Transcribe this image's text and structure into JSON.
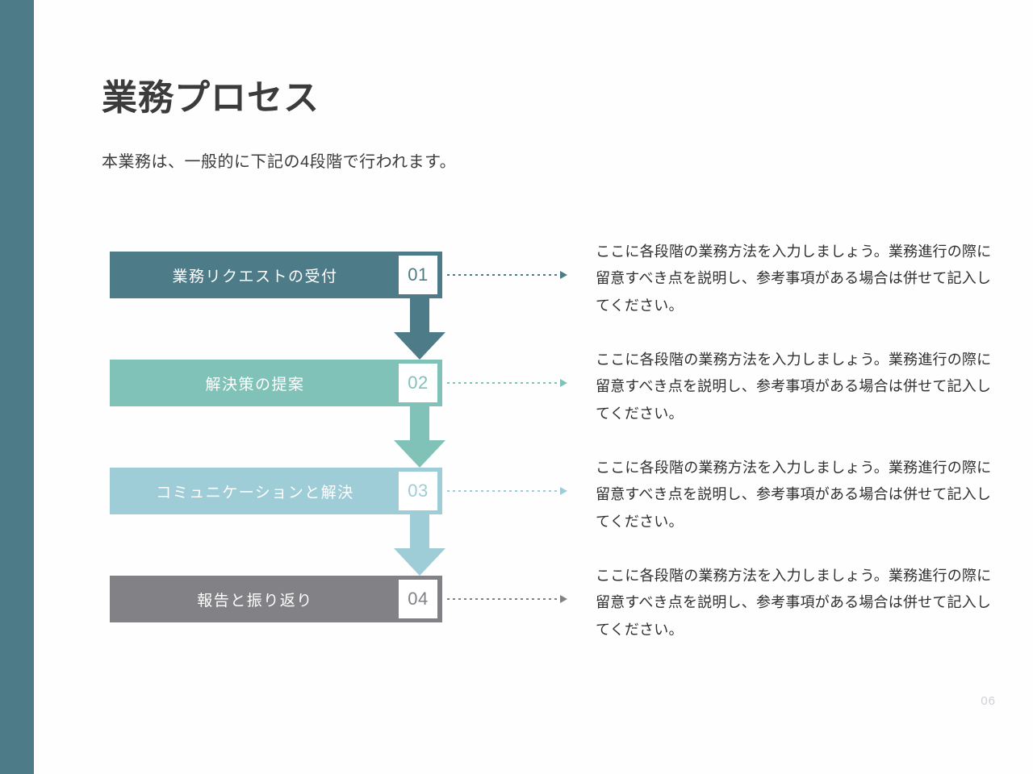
{
  "slide": {
    "title": "業務プロセス",
    "subtitle": "本業務は、一般的に下記の4段階で行われます。",
    "page_number": "06",
    "accent_bar_color": "#4d7b88",
    "background_color": "#fdfefd"
  },
  "process": {
    "steps": [
      {
        "number": "01",
        "label": "業務リクエストの受付",
        "bar_color": "#4d7b88",
        "number_color": "#4d7b88",
        "description": "ここに各段階の業務方法を入力しましょう。業務進行の際に留意すべき点を説明し、参考事項がある場合は併せて記入してください。"
      },
      {
        "number": "02",
        "label": "解決策の提案",
        "bar_color": "#80c2b8",
        "number_color": "#80c2b8",
        "description": "ここに各段階の業務方法を入力しましょう。業務進行の際に留意すべき点を説明し、参考事項がある場合は併せて記入してください。"
      },
      {
        "number": "03",
        "label": "コミュニケーションと解決",
        "bar_color": "#9ecdd8",
        "number_color": "#9ecdd8",
        "description": "ここに各段階の業務方法を入力しましょう。業務進行の際に留意すべき点を説明し、参考事項がある場合は併せて記入してください。"
      },
      {
        "number": "04",
        "label": "報告と振り返り",
        "bar_color": "#828286",
        "number_color": "#828286",
        "description": "ここに各段階の業務方法を入力しましょう。業務進行の際に留意すべき点を説明し、参考事項がある場合は併せて記入してください。"
      }
    ]
  }
}
